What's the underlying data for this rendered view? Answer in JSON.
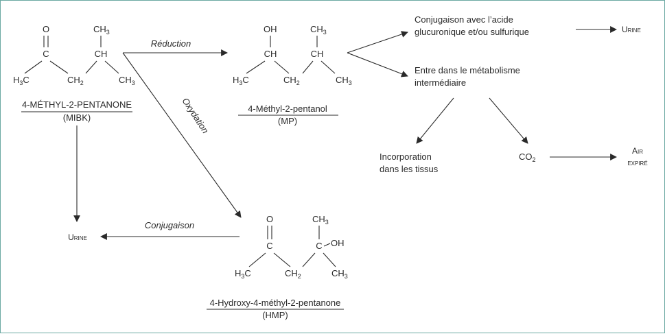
{
  "colors": {
    "frame": "#6aa8a2",
    "ink": "#2a2a2a"
  },
  "mibk": {
    "o": "O",
    "c": "C",
    "ch": "CH",
    "ch3_top": "CH",
    "h3c": "H",
    "h3c_c": "C",
    "ch2": "CH",
    "ch3_right": "CH",
    "name": "4-MÉTHYL-2-PENTANONE",
    "abbr": "(MIBK)"
  },
  "mp": {
    "oh": "OH",
    "ch": "CH",
    "ch3_top": "CH",
    "ch_right": "CH",
    "h3c": "H",
    "h3c_c": "C",
    "ch2": "CH",
    "ch3_right": "CH",
    "name": "4-Méthyl-2-pentanol",
    "abbr": "(MP)"
  },
  "hmp": {
    "o": "O",
    "c": "C",
    "ch3_top": "CH",
    "c_right": "C",
    "oh": "OH",
    "h3c": "H",
    "h3c_c": "C",
    "ch2": "CH",
    "ch3_right": "CH",
    "name": "4-Hydroxy-4-méthyl-2-pentanone",
    "abbr": "(HMP)"
  },
  "labels": {
    "reduction": "Réduction",
    "oxydation": "Oxydation",
    "conjugaison": "Conjugaison",
    "conj_acide_1": "Conjugaison avec l’acide",
    "conj_acide_2": "glucuronique et/ou sulfurique",
    "urine_top": "Urine",
    "urine_left": "Urine",
    "metab_1": "Entre dans le métabolisme",
    "metab_2": "intermédiaire",
    "incorp_1": "Incorporation",
    "incorp_2": "dans les tissus",
    "co2": "CO",
    "air": "Air",
    "expire": "expiré"
  },
  "subscripts": {
    "three": "3",
    "two": "2"
  }
}
